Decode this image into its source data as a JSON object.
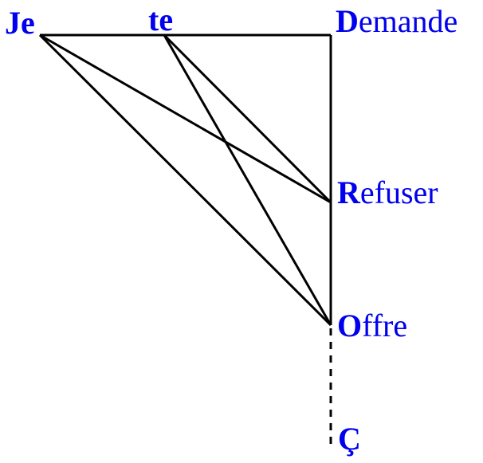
{
  "colors": {
    "text": "#0000ee",
    "line": "#000000"
  },
  "nodes": {
    "je": {
      "initial": "Je",
      "rest": ""
    },
    "te": {
      "initial": "te",
      "rest": ""
    },
    "demande": {
      "initial": "D",
      "rest": "emande"
    },
    "refuser": {
      "initial": "R",
      "rest": "efuser"
    },
    "offre": {
      "initial": "O",
      "rest": "ffre"
    },
    "c": {
      "initial": "Ç",
      "rest": ""
    }
  },
  "edges": [
    {
      "from": "je",
      "to": "demande",
      "style": "solid"
    },
    {
      "from": "demande",
      "to": "refuser",
      "style": "solid"
    },
    {
      "from": "refuser",
      "to": "offre",
      "style": "solid"
    },
    {
      "from": "je",
      "to": "refuser",
      "style": "solid"
    },
    {
      "from": "je",
      "to": "offre",
      "style": "solid"
    },
    {
      "from": "te",
      "to": "refuser",
      "style": "solid"
    },
    {
      "from": "te",
      "to": "offre",
      "style": "solid"
    },
    {
      "from": "offre",
      "to": "c",
      "style": "dashed"
    }
  ]
}
